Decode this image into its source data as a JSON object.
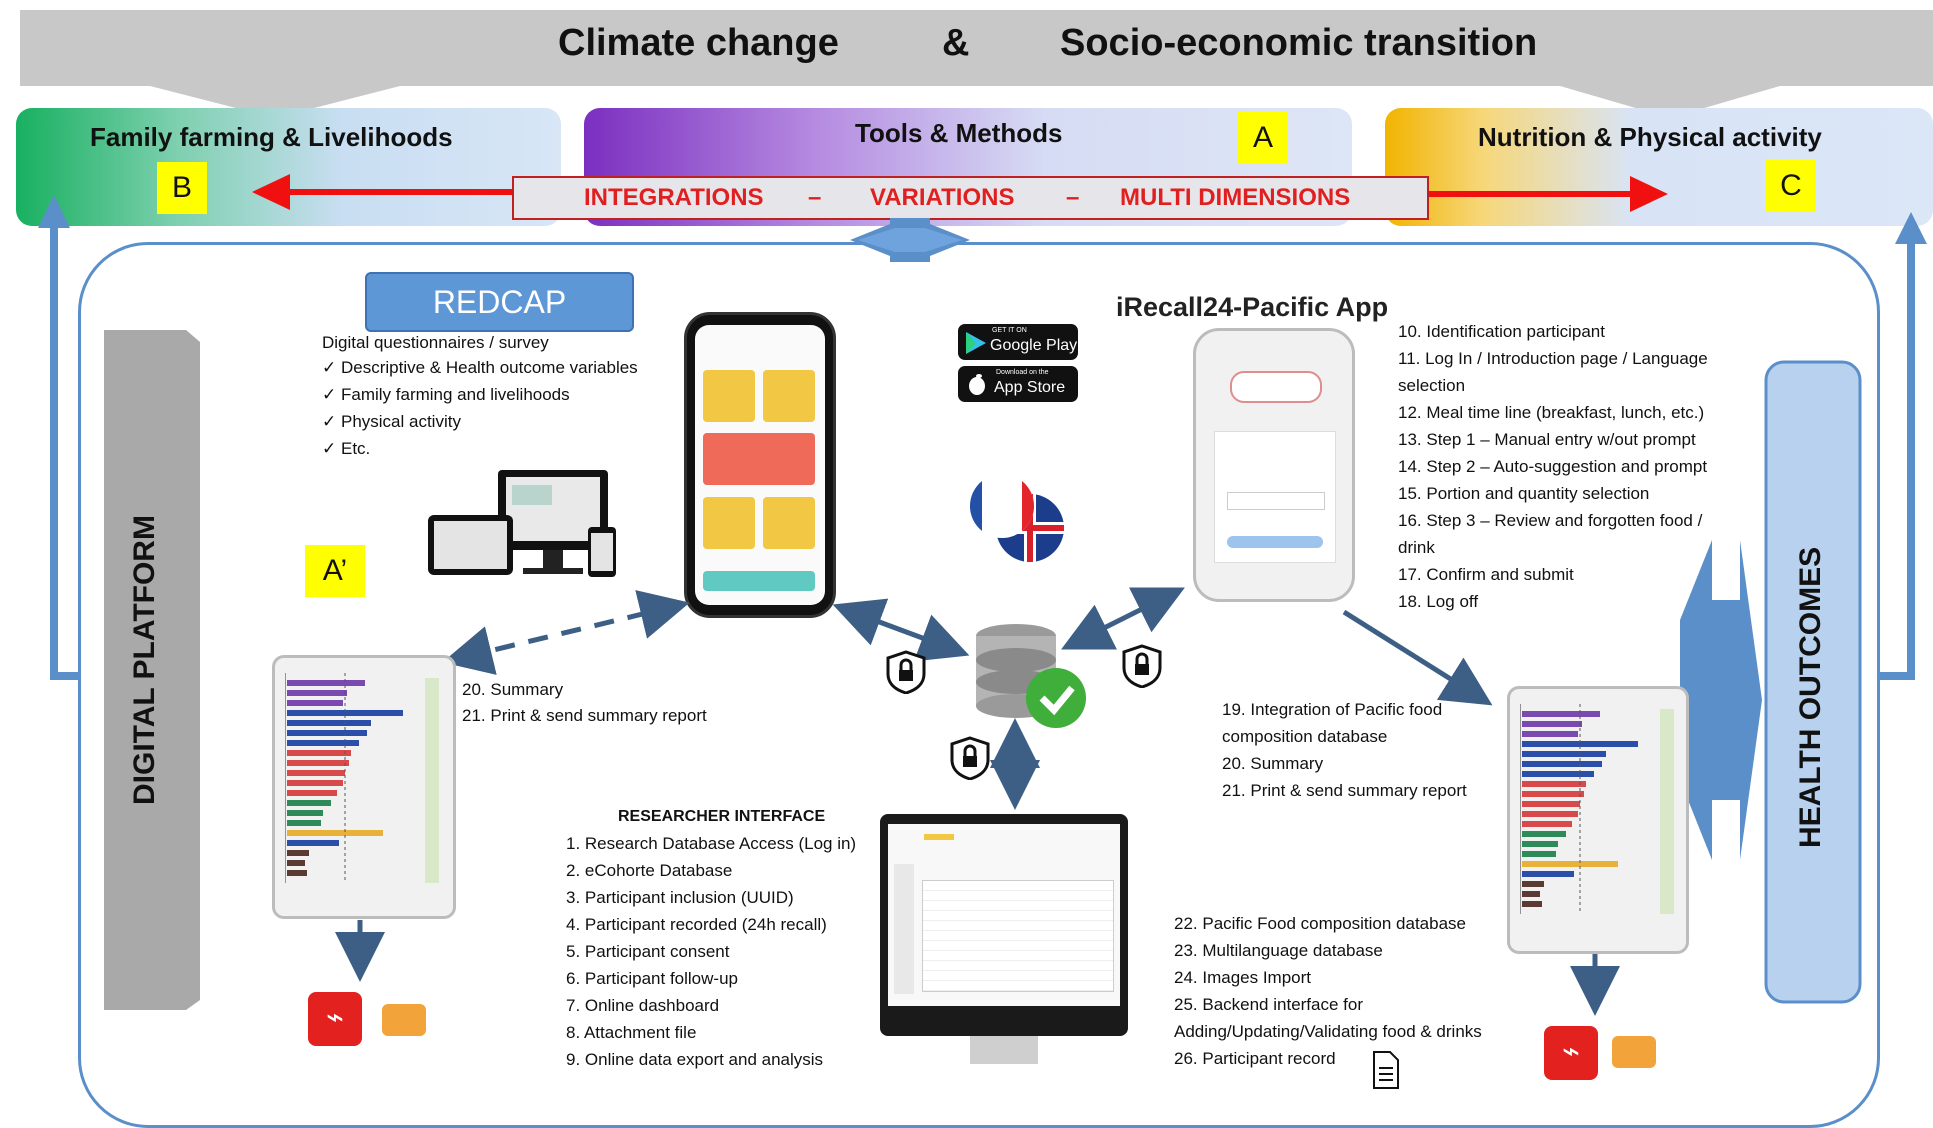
{
  "top": {
    "left_title": "Climate change",
    "amp": "&",
    "right_title": "Socio-economic transition"
  },
  "bands": {
    "left_title": "Family farming & Livelihoods",
    "mid_title": "Tools & Methods",
    "right_title": "Nutrition & Physical activity",
    "letter_b": "B",
    "letter_a": "A",
    "letter_c": "C",
    "integrations": "INTEGRATIONS",
    "dash1": "–",
    "variations": "VARIATIONS",
    "dash2": "–",
    "multi": "MULTI DIMENSIONS"
  },
  "side": {
    "left_label": "DIGITAL PLATFORM",
    "right_label": "HEALTH OUTCOMES"
  },
  "redcap": {
    "title": "REDCAP",
    "intro": "Digital questionnaires / survey",
    "items": [
      "Descriptive & Health outcome variables",
      "Family farming and livelihoods",
      "Physical activity",
      "Etc."
    ],
    "check": "✓"
  },
  "a_prime": "A’",
  "stores": {
    "gp_small": "GET IT ON",
    "gp_big": "Google Play",
    "as_small": "Download on the",
    "as_big": "App Store"
  },
  "app": {
    "title": "iRecall24-Pacific App",
    "steps": [
      "10. Identification participant",
      "11. Log In / Introduction page / Language",
      "selection",
      "12. Meal time line (breakfast, lunch, etc.)",
      "13. Step 1 – Manual entry w/out prompt",
      "14. Step 2 – Auto-suggestion and prompt",
      "15. Portion and quantity selection",
      "16. Step 3 – Review and forgotten food /",
      "drink",
      "17. Confirm and submit",
      "18. Log off"
    ]
  },
  "left_summary": [
    "20. Summary",
    "21. Print & send summary report"
  ],
  "right_summary": [
    "19. Integration of Pacific food",
    "composition database",
    "20. Summary",
    "21. Print & send summary report"
  ],
  "researcher": {
    "title": "RESEARCHER INTERFACE",
    "items": [
      "1.   Research Database Access (Log in)",
      "2.   eCohorte Database",
      "3.   Participant inclusion (UUID)",
      "4.   Participant recorded (24h recall)",
      "5.   Participant consent",
      "6.   Participant follow-up",
      "7.   Online dashboard",
      "8.   Attachment file",
      "9.   Online data export and analysis"
    ]
  },
  "backend": [
    "22. Pacific Food composition database",
    "23. Multilanguage database",
    "24. Images Import",
    "25. Backend interface for",
    "Adding/Updating/Validating food & drinks",
    "26. Participant record"
  ],
  "colors": {
    "accent_blue": "#5b8fc9",
    "arrow_red": "#e02020",
    "label_yellow": "#ffff00"
  }
}
